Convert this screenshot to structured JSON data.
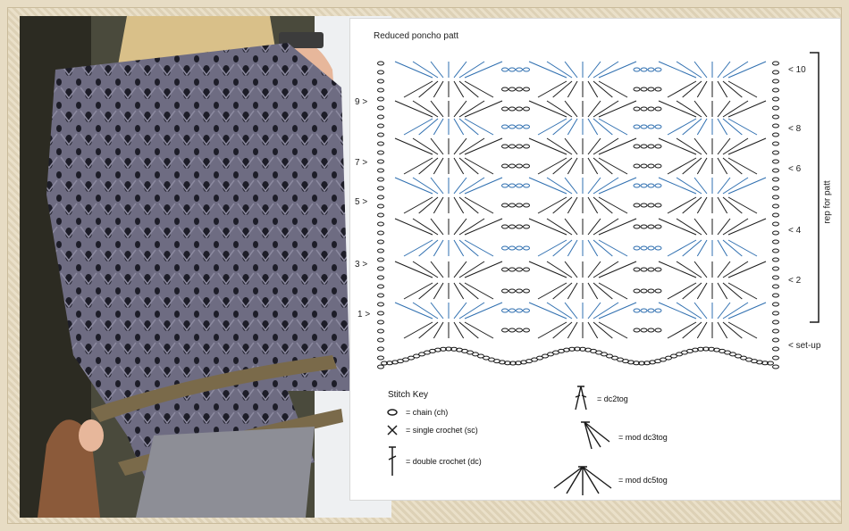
{
  "chart": {
    "title": "Reduced poncho patt",
    "rows_left": [
      "9 >",
      "7 >",
      "5 >",
      "3 >",
      "1 >"
    ],
    "rows_right": [
      "< 10",
      "< 8",
      "< 6",
      "< 4",
      "< 2",
      "< set-up"
    ],
    "rep_label": "rep for patt"
  },
  "key": {
    "title": "Stitch Key",
    "chain": "= chain (ch)",
    "sc": "= single crochet (sc)",
    "dc": "= double crochet (dc)",
    "dc2tog": "= dc2tog",
    "dc3tog": "= mod dc3tog",
    "dc5tog": "= mod dc5tog"
  },
  "colors": {
    "yarn_purple": "#6c6a80",
    "yarn_brown": "#7a6a4a",
    "chart_blue": "#2f6fb0",
    "chart_black": "#1a1a1a"
  }
}
